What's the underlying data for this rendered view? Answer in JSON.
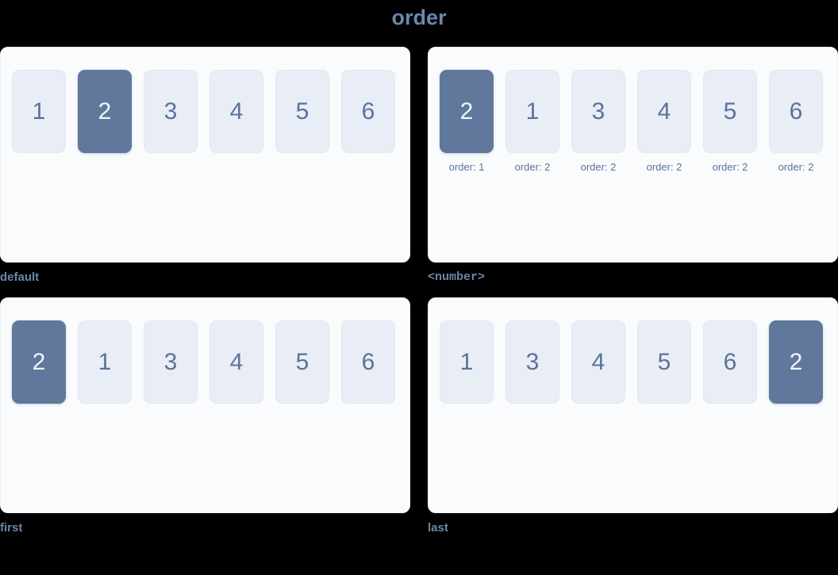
{
  "title": "order",
  "colors": {
    "background": "#000000",
    "title_text": "#6b86ac",
    "card_background": "#fafbfd",
    "card_border": "#eef1f6",
    "box_background": "#e9edf6",
    "box_border": "#e1e7f1",
    "box_text": "#5b7299",
    "box_highlight_background": "#5f789c",
    "box_highlight_text": "#f2f5f9",
    "label_text": "#6b86ac"
  },
  "cards": [
    {
      "label": "default",
      "label_style": "sans",
      "show_order_notes": false,
      "items": [
        {
          "value": "1",
          "highlight": false,
          "note": ""
        },
        {
          "value": "2",
          "highlight": true,
          "note": ""
        },
        {
          "value": "3",
          "highlight": false,
          "note": ""
        },
        {
          "value": "4",
          "highlight": false,
          "note": ""
        },
        {
          "value": "5",
          "highlight": false,
          "note": ""
        },
        {
          "value": "6",
          "highlight": false,
          "note": ""
        }
      ]
    },
    {
      "label": "<number>",
      "label_style": "mono",
      "show_order_notes": true,
      "items": [
        {
          "value": "2",
          "highlight": true,
          "note": "order: 1"
        },
        {
          "value": "1",
          "highlight": false,
          "note": "order: 2"
        },
        {
          "value": "3",
          "highlight": false,
          "note": "order: 2"
        },
        {
          "value": "4",
          "highlight": false,
          "note": "order: 2"
        },
        {
          "value": "5",
          "highlight": false,
          "note": "order: 2"
        },
        {
          "value": "6",
          "highlight": false,
          "note": "order: 2"
        }
      ]
    },
    {
      "label": "first",
      "label_style": "sans",
      "show_order_notes": false,
      "items": [
        {
          "value": "2",
          "highlight": true,
          "note": ""
        },
        {
          "value": "1",
          "highlight": false,
          "note": ""
        },
        {
          "value": "3",
          "highlight": false,
          "note": ""
        },
        {
          "value": "4",
          "highlight": false,
          "note": ""
        },
        {
          "value": "5",
          "highlight": false,
          "note": ""
        },
        {
          "value": "6",
          "highlight": false,
          "note": ""
        }
      ]
    },
    {
      "label": "last",
      "label_style": "sans",
      "show_order_notes": false,
      "items": [
        {
          "value": "1",
          "highlight": false,
          "note": ""
        },
        {
          "value": "3",
          "highlight": false,
          "note": ""
        },
        {
          "value": "4",
          "highlight": false,
          "note": ""
        },
        {
          "value": "5",
          "highlight": false,
          "note": ""
        },
        {
          "value": "6",
          "highlight": false,
          "note": ""
        },
        {
          "value": "2",
          "highlight": true,
          "note": ""
        }
      ]
    }
  ]
}
